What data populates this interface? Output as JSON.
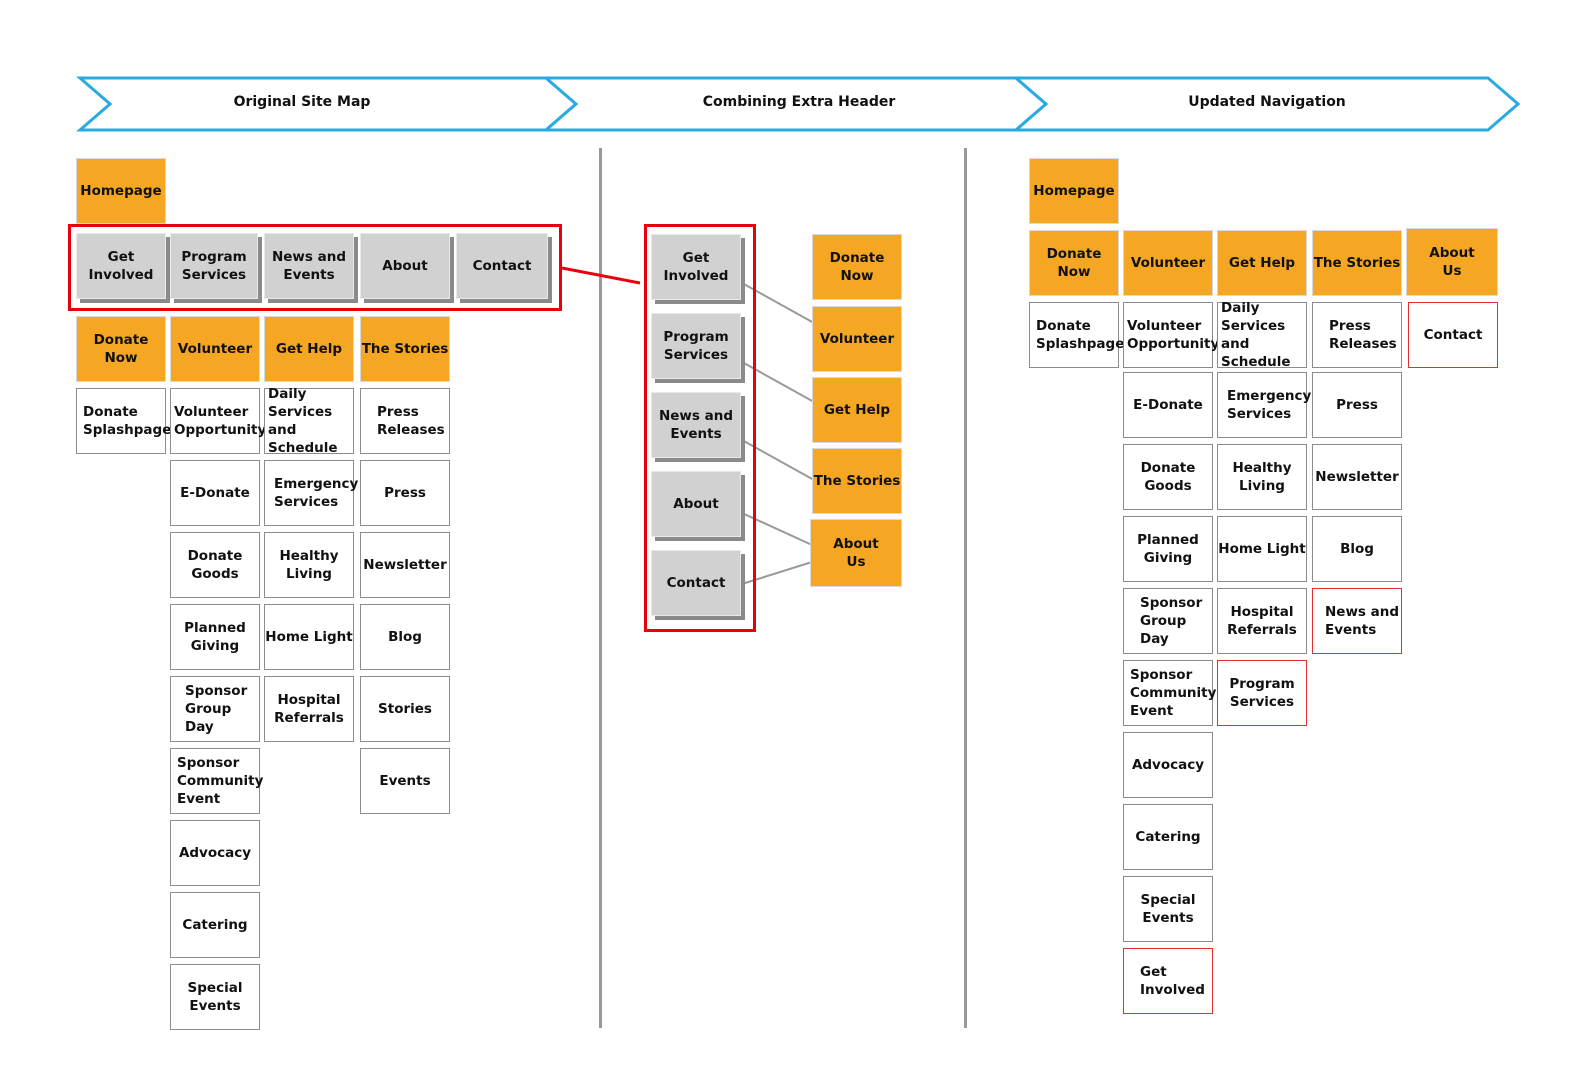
{
  "banners": [
    {
      "label": "Original Site Map"
    },
    {
      "label": "Combining Extra Header"
    },
    {
      "label": "Updated Navigation"
    }
  ],
  "colors": {
    "orange": "#f5a623",
    "gray_box": "#d1d1d1",
    "highlight_red": "#e8000b",
    "banner_blue": "#29abe2"
  },
  "original": {
    "homepage": "Homepage",
    "header_row": [
      "Get Involved",
      "Program\nServices",
      "News and\nEvents",
      "About",
      "Contact"
    ],
    "categories": [
      "Donate Now",
      "Volunteer",
      "Get Help",
      "The Stories"
    ],
    "donate_col": [
      "Donate\nSplashpage"
    ],
    "volunteer_col": [
      "Volunteer\nOpportunity",
      "E-Donate",
      "Donate\nGoods",
      "Planned\nGiving",
      "Sponsor\nGroup\nDay",
      "Sponsor\nCommunity\nEvent",
      "Advocacy",
      "Catering",
      "Special\nEvents"
    ],
    "gethelp_col": [
      "Daily\nServices and\nSchedule",
      "Emergency\nServices",
      "Healthy\nLiving",
      "Home Light",
      "Hospital\nReferrals"
    ],
    "stories_col": [
      "Press\nReleases",
      "Press",
      "Newsletter",
      "Blog",
      "Stories",
      "Events"
    ]
  },
  "combining": {
    "left": [
      "Get Involved",
      "Program\nServices",
      "News and\nEvents",
      "About",
      "Contact"
    ],
    "right": [
      "Donate Now",
      "Volunteer",
      "Get Help",
      "The Stories",
      "About\nUs"
    ]
  },
  "updated": {
    "homepage": "Homepage",
    "categories": [
      "Donate Now",
      "Volunteer",
      "Get Help",
      "The Stories",
      "About\nUs"
    ],
    "donate_col": [
      "Donate\nSplashpage"
    ],
    "volunteer_col": [
      "Volunteer\nOpportunity",
      "E-Donate",
      "Donate\nGoods",
      "Planned\nGiving",
      "Sponsor\nGroup\nDay",
      "Sponsor\nCommunity\nEvent",
      "Advocacy",
      "Catering",
      "Special\nEvents",
      "Get\nInvolved"
    ],
    "gethelp_col": [
      "Daily\nServices and\nSchedule",
      "Emergency\nServices",
      "Healthy\nLiving",
      "Home Light",
      "Hospital\nReferrals",
      "Program\nServices"
    ],
    "stories_col": [
      "Press\nReleases",
      "Press",
      "Newsletter",
      "Blog",
      "News and\nEvents"
    ],
    "about_col": [
      "Contact"
    ]
  }
}
